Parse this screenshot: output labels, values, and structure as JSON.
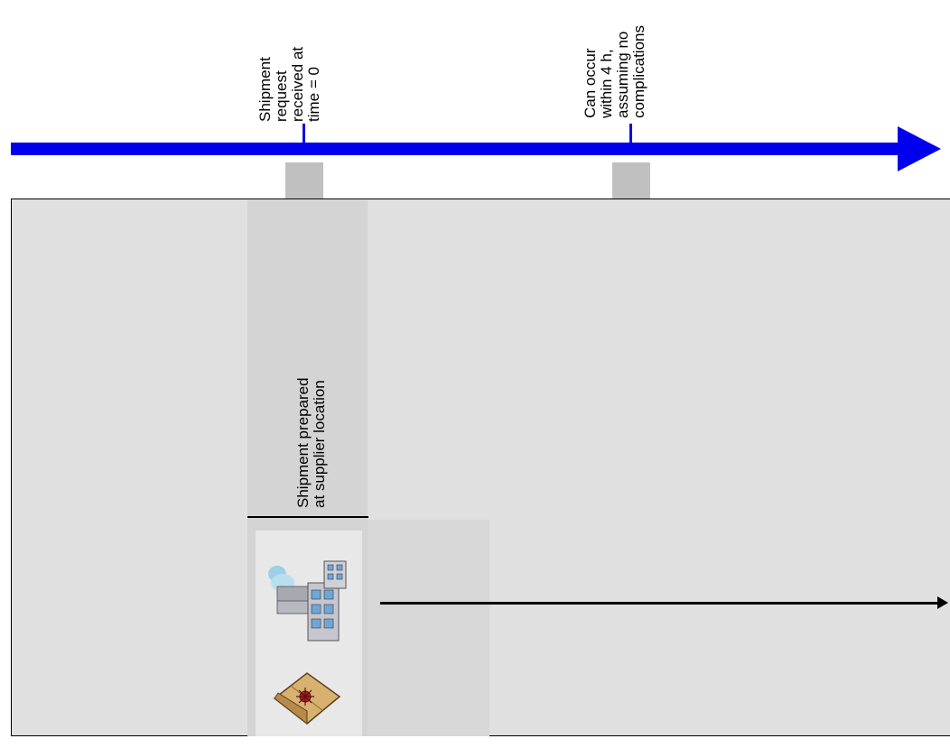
{
  "timeline": {
    "events": [
      {
        "label": "Shipment\nrequest\nreceived at\ntime = 0"
      },
      {
        "label": "Can occur\nwithin 4 h,\nassuming no\ncomplications"
      }
    ]
  },
  "process": {
    "step_label": "Shipment prepared\nat supplier location",
    "icons": [
      "factory-icon",
      "package-icon"
    ]
  },
  "colors": {
    "timeline": "#0000ee",
    "panel": "#e0e0e0",
    "marker": "#c0c0c0"
  }
}
